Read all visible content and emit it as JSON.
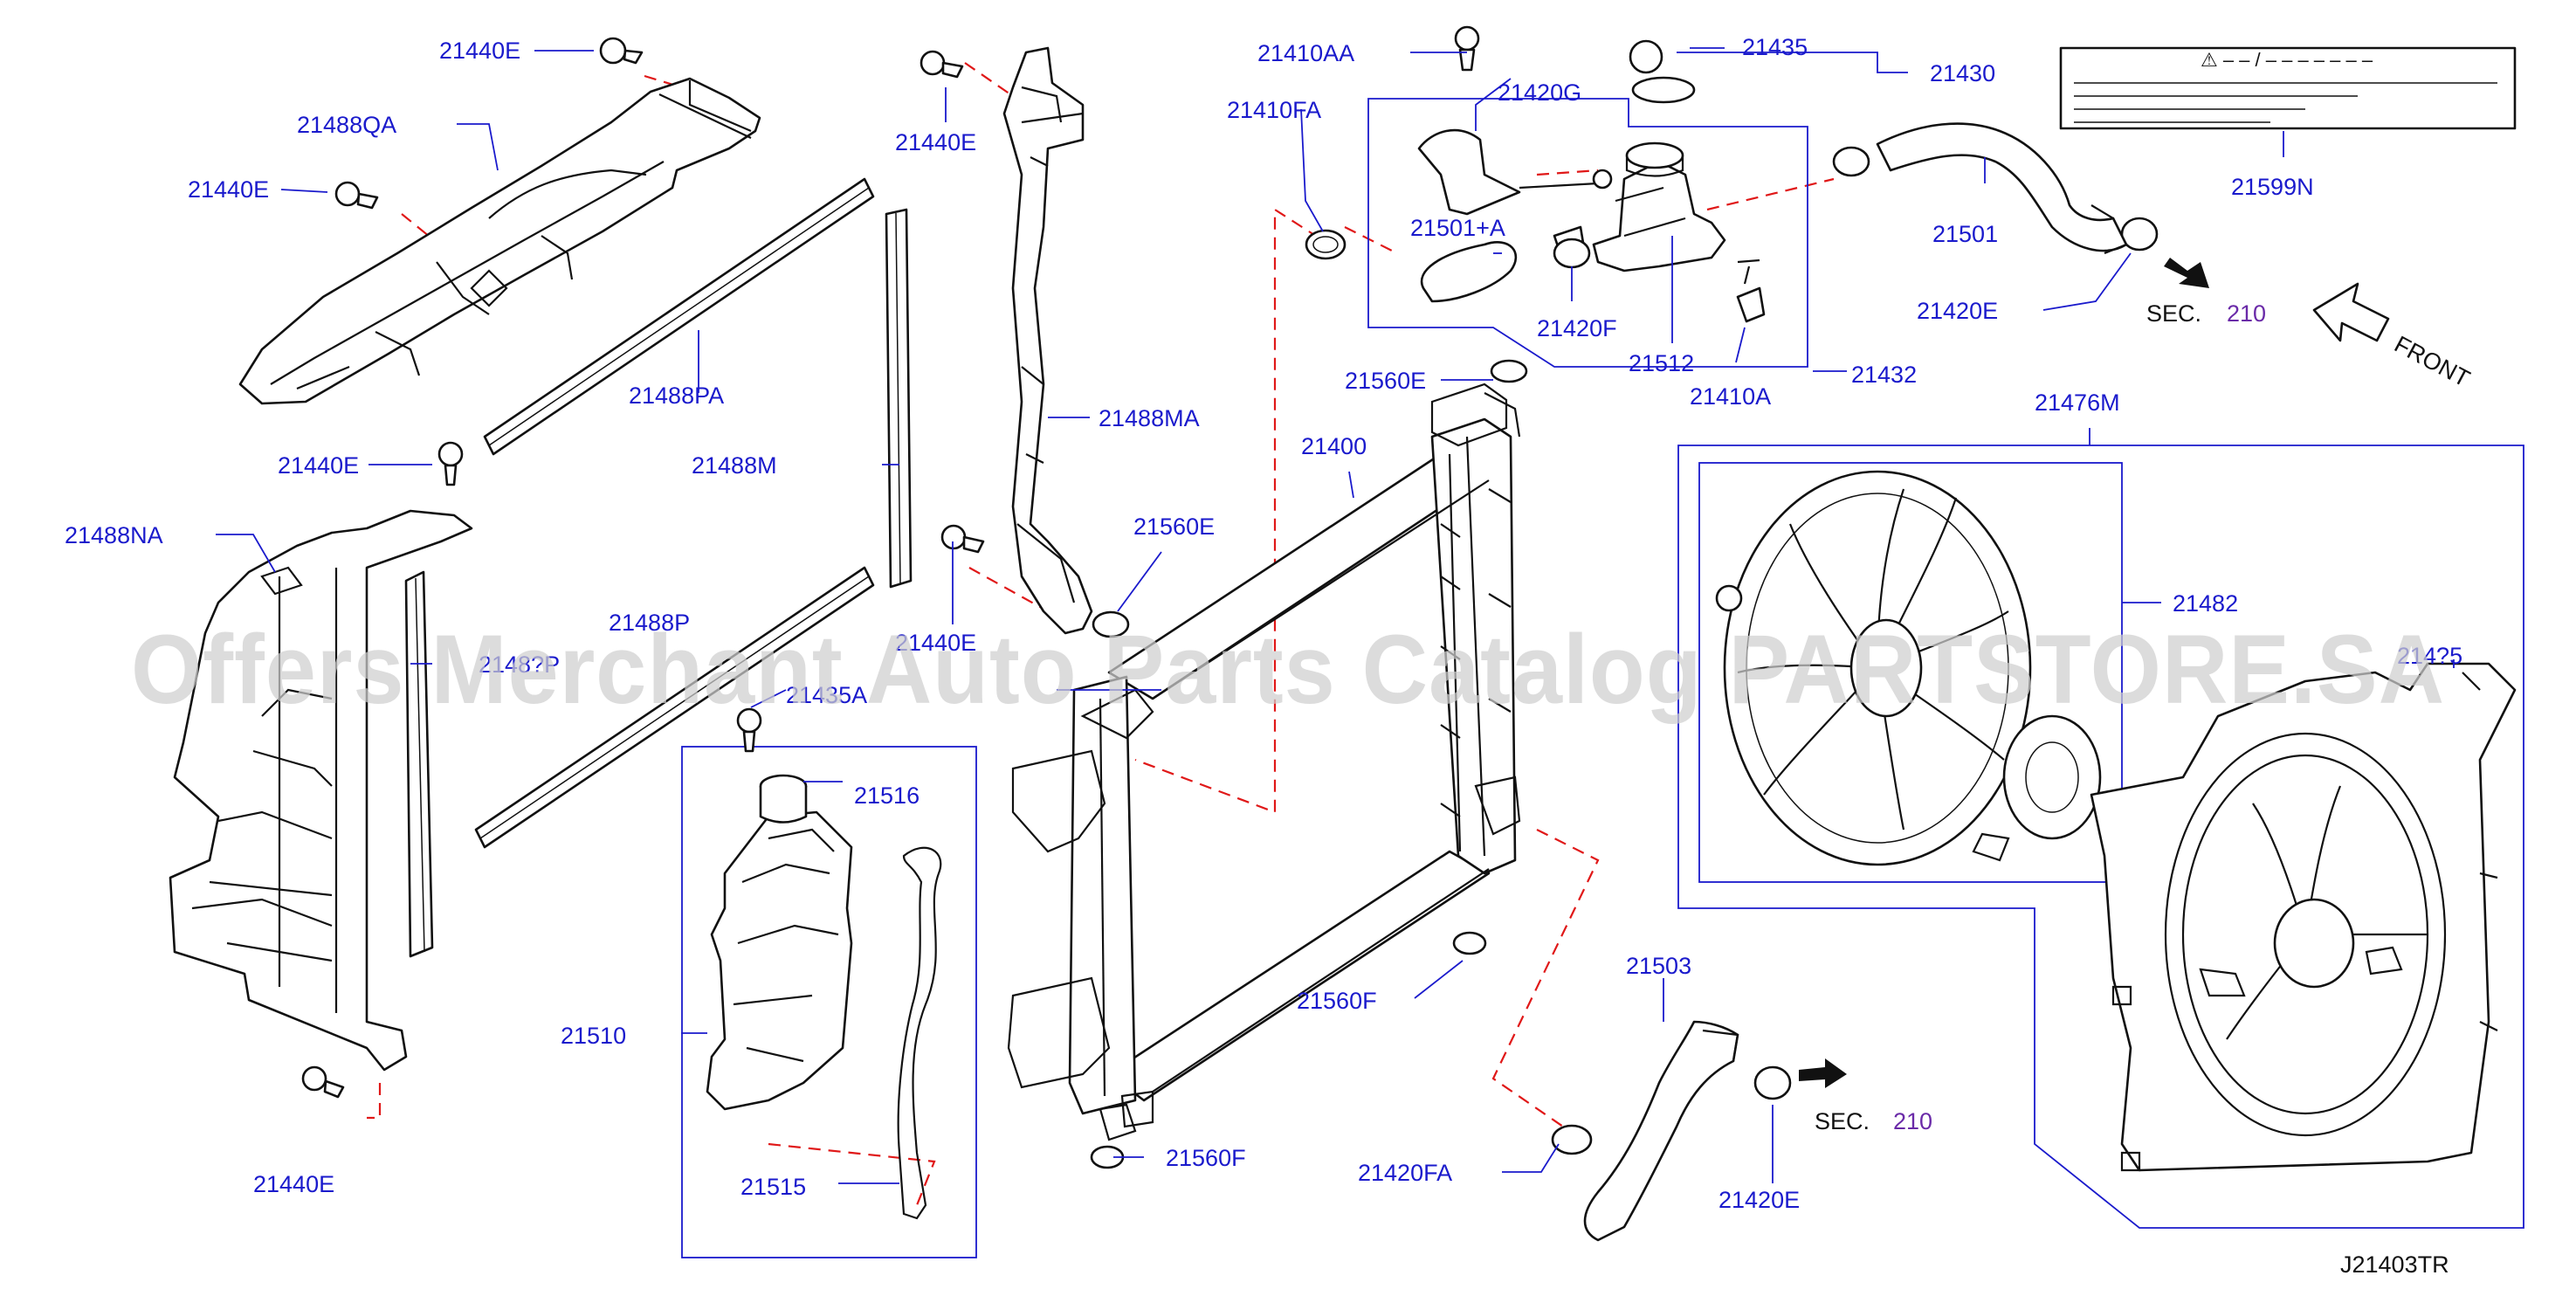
{
  "diagram": {
    "watermark": "Offers Merchant Auto Parts Catalog PARTSTORE.SA",
    "figure_id": "J21403TR",
    "front_label": "FRONT",
    "sec_prefix": "SEC.",
    "sec_number": "210",
    "label_box_title": "⚠ – – / – – – – – – –",
    "colors": {
      "callout": "#1a1acc",
      "dashed_leader": "#e01818",
      "section_ref": "#6a2aa8",
      "watermark": "#cfcfcf"
    },
    "callouts": [
      "21440E",
      "21488QA",
      "21440E",
      "21440E",
      "21488NA",
      "2148?P",
      "21440E",
      "21488PA",
      "21488M",
      "21488P",
      "21440E",
      "21488MA",
      "21440E",
      "21560E",
      "21435A",
      "21516",
      "21510",
      "21515",
      "21560F",
      "21410AA",
      "21420G",
      "21410FA",
      "21501+A",
      "21420F",
      "21512",
      "21410A",
      "21432",
      "21435",
      "21430",
      "21501",
      "21420E",
      "21599N",
      "21560E",
      "21400",
      "21560F",
      "21503",
      "21420FA",
      "21420E",
      "21476M",
      "21482",
      "214?5"
    ]
  }
}
